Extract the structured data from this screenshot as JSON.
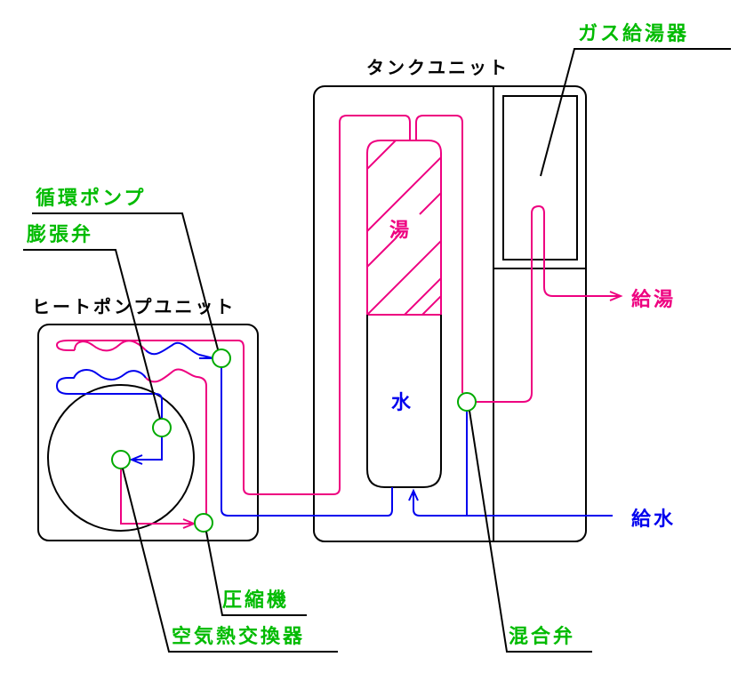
{
  "colors": {
    "hot": "#ee0080",
    "cold": "#0000ee",
    "component": "#00aa00",
    "outline": "#000000",
    "label_green": "#00bb00"
  },
  "units": {
    "heat_pump": "ヒートポンプユニット",
    "tank": "タンクユニット"
  },
  "components": {
    "circulation_pump": "循環ポンプ",
    "expansion_valve": "膨張弁",
    "gas_water_heater": "ガス給湯器",
    "compressor": "圧縮機",
    "air_heat_exchanger": "空気熱交換器",
    "mixing_valve": "混合弁"
  },
  "tank_contents": {
    "hot": "湯",
    "water": "水"
  },
  "outputs": {
    "hot_supply": "給湯",
    "water_supply": "給水"
  }
}
